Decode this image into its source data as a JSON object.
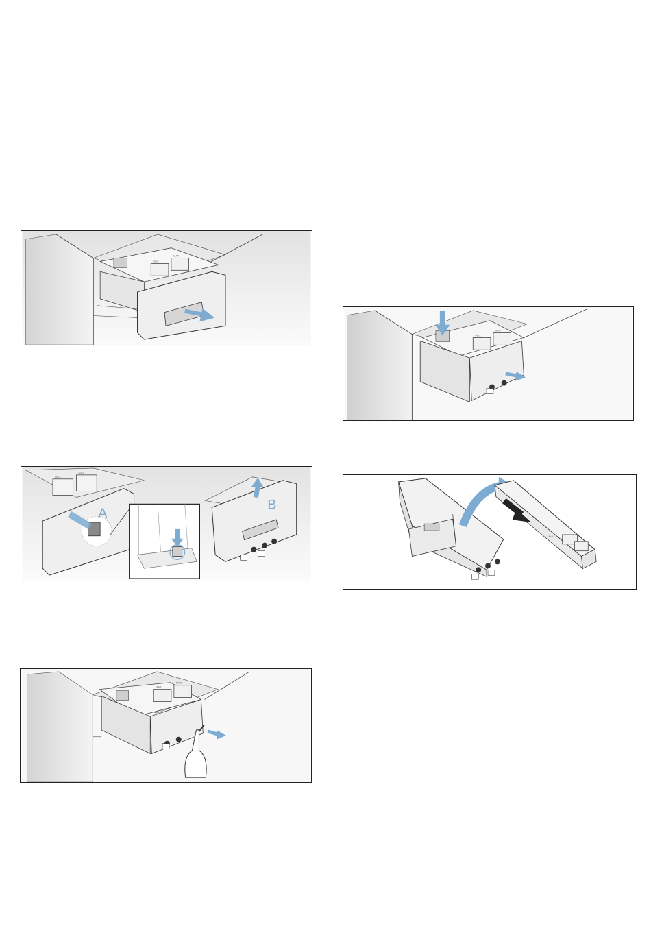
{
  "figures": [
    {
      "id": "fig-pull-drawer",
      "labels": []
    },
    {
      "id": "fig-release-lever",
      "labels": [
        "A",
        "B"
      ]
    },
    {
      "id": "fig-pour-water",
      "labels": []
    },
    {
      "id": "fig-press-insert",
      "labels": []
    },
    {
      "id": "fig-separate-insert",
      "labels": []
    }
  ],
  "compartment_mark": "MAX",
  "colors": {
    "arrow": "#7eabd1",
    "outline": "#333333",
    "panel_border": "#222222",
    "shade": "#d9d9d9"
  }
}
